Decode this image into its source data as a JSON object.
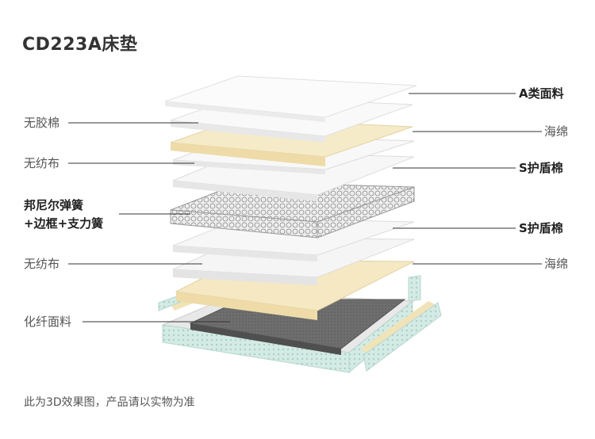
{
  "title": "CD223A床垫",
  "left_labels": [
    {
      "text": "无胶棉",
      "weight": "normal"
    },
    {
      "text": "无纺布",
      "weight": "normal"
    },
    {
      "text": "邦尼尔弹簧",
      "weight": "bold"
    },
    {
      "text": "+边框+支力簧",
      "weight": "bold"
    },
    {
      "text": "无纺布",
      "weight": "normal"
    },
    {
      "text": "化纤面料",
      "weight": "normal"
    }
  ],
  "right_labels": [
    {
      "text": "A类面料",
      "weight": "bold"
    },
    {
      "text": "海绵",
      "weight": "normal"
    },
    {
      "text": "S护盾棉",
      "weight": "bold"
    },
    {
      "text": "S护盾棉",
      "weight": "bold"
    },
    {
      "text": "海绵",
      "weight": "normal"
    }
  ],
  "note": "此为3D效果图，产品请以实物为准",
  "colors": {
    "white_layer": "#f3f3f3",
    "foam_layer": "#f4e8c4",
    "spring_layer": "#d9d9d9",
    "base_fabric": "#6b6b6b",
    "frame_green": "#cfe6e0",
    "leader_line": "#333333"
  }
}
